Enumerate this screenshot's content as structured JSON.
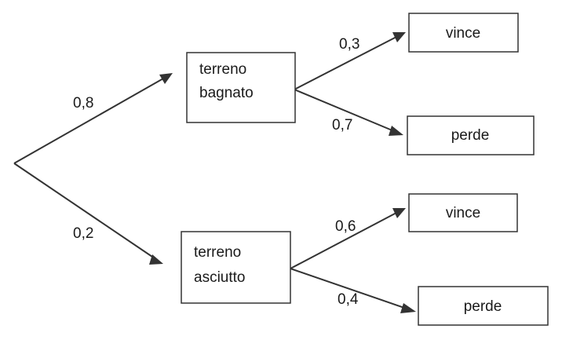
{
  "nodes": {
    "wet": {
      "line1": "terreno",
      "line2": "bagnato"
    },
    "dry": {
      "line1": "terreno",
      "line2": "asciutto"
    },
    "wet_win": {
      "label": "vince"
    },
    "wet_lose": {
      "label": "perde"
    },
    "dry_win": {
      "label": "vince"
    },
    "dry_lose": {
      "label": "perde"
    }
  },
  "probabilities": {
    "wet": "0,8",
    "dry": "0,2",
    "wet_win": "0,3",
    "wet_lose": "0,7",
    "dry_win": "0,6",
    "dry_lose": "0,4"
  }
}
